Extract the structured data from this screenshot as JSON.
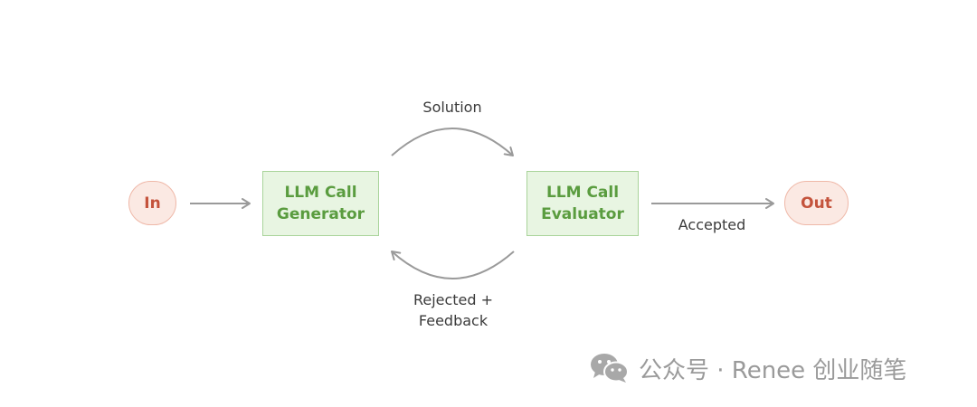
{
  "nodes": {
    "input": "In",
    "output": "Out",
    "generator": {
      "line1": "LLM Call",
      "line2": "Generator"
    },
    "evaluator": {
      "line1": "LLM Call",
      "line2": "Evaluator"
    }
  },
  "edges": {
    "solution": "Solution",
    "accepted": "Accepted",
    "rejected_line1": "Rejected +",
    "rejected_line2": "Feedback"
  },
  "watermark": {
    "icon": "wechat-icon",
    "text": "公众号 · Renee 创业随笔"
  },
  "colors": {
    "pill_fill": "#fbe9e3",
    "pill_border": "#efb8a8",
    "pill_text": "#c4533c",
    "box_fill": "#e8f5e2",
    "box_border": "#a9d49b",
    "box_text": "#5a9c3f",
    "arrow": "#9a9a9a"
  }
}
